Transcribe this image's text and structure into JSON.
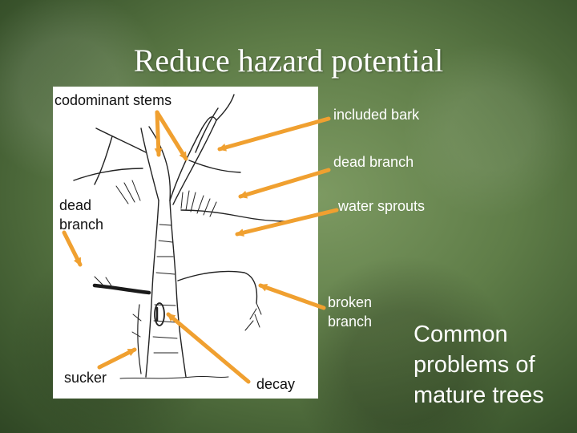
{
  "title": "Reduce hazard potential",
  "labels": {
    "codominant_stems": "codominant stems",
    "included_bark": "included bark",
    "dead_branch_right": "dead branch",
    "dead_branch_left_1": "dead",
    "dead_branch_left_2": "branch",
    "water_sprouts": "water sprouts",
    "broken_branch_1": "broken",
    "broken_branch_2": "branch",
    "sucker": "sucker",
    "decay": "decay"
  },
  "side_text": [
    "Common",
    "problems of",
    "mature trees"
  ],
  "colors": {
    "arrow": "#f0a030",
    "background": "#5f7d48",
    "panel": "#ffffff"
  }
}
